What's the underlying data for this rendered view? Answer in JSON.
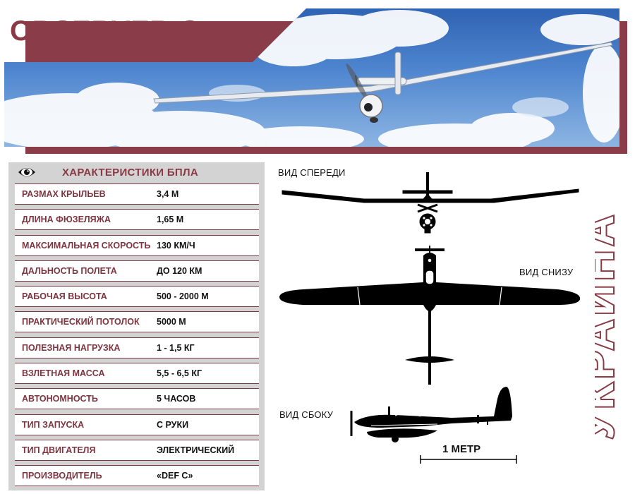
{
  "header": {
    "title": "OBSERVER-S"
  },
  "colors": {
    "accent": "#8a3a44",
    "panel_bg": "#d3d3d3",
    "sky_top": "#2f63b3"
  },
  "specs": {
    "title": "ХАРАКТЕРИСТИКИ БПЛА",
    "rows": [
      {
        "label": "РАЗМАХ КРЫЛЬЕВ",
        "value": "3,4 М"
      },
      {
        "label": "ДЛИНА ФЮЗЕЛЯЖА",
        "value": "1,65 М"
      },
      {
        "label": "МАКСИМАЛЬНАЯ СКОРОСТЬ",
        "value": "130 КМ/Ч"
      },
      {
        "label": "ДАЛЬНОСТЬ ПОЛЕТА",
        "value": "ДО 120 КМ"
      },
      {
        "label": "РАБОЧАЯ ВЫСОТА",
        "value": "500 - 2000 М"
      },
      {
        "label": "ПРАКТИЧЕСКИЙ ПОТОЛОК",
        "value": "5000 М"
      },
      {
        "label": "ПОЛЕЗНАЯ НАГРУЗКА",
        "value": "1 - 1,5 КГ"
      },
      {
        "label": "ВЗЛЕТНАЯ МАССА",
        "value": "5,5 - 6,5 КГ"
      },
      {
        "label": "АВТОНОМНОСТЬ",
        "value": "5 ЧАСОВ"
      },
      {
        "label": "ТИП ЗАПУСКА",
        "value": "С РУКИ"
      },
      {
        "label": "ТИП ДВИГАТЕЛЯ",
        "value": "ЭЛЕКТРИЧЕСКИЙ"
      },
      {
        "label": "ПРОИЗВОДИТЕЛЬ",
        "value": "«DEF C»"
      }
    ]
  },
  "views": {
    "front": "ВИД СПЕРЕДИ",
    "bottom": "ВИД СНИЗУ",
    "side": "ВИД СБОКУ",
    "scale": "1 МЕТР"
  },
  "side_text": "УКРАИНА",
  "icons": {
    "specs_icon": "eye-icon"
  }
}
